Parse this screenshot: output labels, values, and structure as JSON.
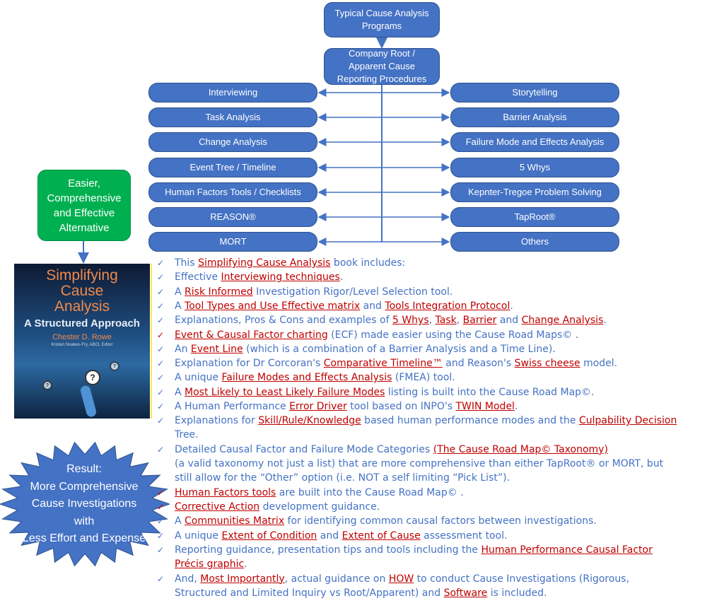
{
  "colors": {
    "box": "#4472C4",
    "green": "#00B050",
    "text": "#4472C4",
    "link": "#C00000"
  },
  "top_box": "Typical Cause Analysis Programs",
  "company_box": "Company Root / Apparent Cause Reporting Procedures",
  "left_tools": [
    "Interviewing",
    "Task Analysis",
    "Change Analysis",
    "Event Tree / Timeline",
    "Human Factors Tools / Checklists",
    "REASON®",
    "MORT"
  ],
  "right_tools": [
    "Storytelling",
    "Barrier Analysis",
    "Failure Mode and Effects Analysis",
    "5 Whys",
    "Kepnter-Tregoe Problem Solving",
    "TapRoot®",
    "Others"
  ],
  "alternative_box": "Easier, Comprehensive and Effective Alternative",
  "book": {
    "title": "Simplifying Cause Analysis",
    "subtitle": "A Structured Approach",
    "author": "Chester D. Rowe",
    "editor": "Kristen Noakes-Fry, ABCI, Editor"
  },
  "result_burst": [
    "Result:",
    "More Comprehensive",
    "Cause Investigations",
    "with",
    "Less Effort and Expense"
  ],
  "items": [
    {
      "check": "blue",
      "lines": [
        [
          {
            "t": "This "
          },
          {
            "t": "Simplifying Cause Analysis",
            "l": 1
          },
          {
            "t": " book includes:"
          }
        ]
      ]
    },
    {
      "check": "blue",
      "lines": [
        [
          {
            "t": "Effective "
          },
          {
            "t": "Interviewing techniques",
            "l": 1
          },
          {
            "t": "."
          }
        ]
      ]
    },
    {
      "check": "blue",
      "lines": [
        [
          {
            "t": "A "
          },
          {
            "t": "Risk Informed",
            "l": 1
          },
          {
            "t": " Investigation Rigor/Level Selection tool."
          }
        ]
      ]
    },
    {
      "check": "blue",
      "lines": [
        [
          {
            "t": "A "
          },
          {
            "t": "Tool Types and Use Effective matrix",
            "l": 1
          },
          {
            "t": " and "
          },
          {
            "t": "Tools Integration Protocol",
            "l": 1
          },
          {
            "t": "."
          }
        ]
      ]
    },
    {
      "check": "blue",
      "lines": [
        [
          {
            "t": "Explanations, Pros & Cons and examples of "
          },
          {
            "t": "5 Whys",
            "l": 1
          },
          {
            "t": ", "
          },
          {
            "t": "Task",
            "l": 1
          },
          {
            "t": ", "
          },
          {
            "t": "Barrier",
            "l": 1
          },
          {
            "t": " and "
          },
          {
            "t": "Change Analysis",
            "l": 1
          },
          {
            "t": "."
          }
        ]
      ]
    },
    {
      "check": "red",
      "lines": [
        [
          {
            "t": "Event & Causal Factor charting",
            "l": 1
          },
          {
            "t": " (ECF) made easier using the Cause Road Maps© ."
          }
        ]
      ]
    },
    {
      "check": "blue",
      "lines": [
        [
          {
            "t": "An "
          },
          {
            "t": "Event Line",
            "l": 1
          },
          {
            "t": " (which is a combination of a Barrier Analysis and a Time Line)."
          }
        ]
      ]
    },
    {
      "check": "blue",
      "lines": [
        [
          {
            "t": "Explanation for Dr Corcoran's "
          },
          {
            "t": "Comparative Timeline™",
            "l": 1
          },
          {
            "t": " and Reason's "
          },
          {
            "t": "Swiss cheese",
            "l": 1
          },
          {
            "t": " model."
          }
        ]
      ]
    },
    {
      "check": "blue",
      "lines": [
        [
          {
            "t": "A unique "
          },
          {
            "t": "Failure Modes and Effects Analysis",
            "l": 1
          },
          {
            "t": " (FMEA) tool."
          }
        ]
      ]
    },
    {
      "check": "blue",
      "lines": [
        [
          {
            "t": "A "
          },
          {
            "t": "Most Likely to Least Likely Failure Modes",
            "l": 1
          },
          {
            "t": " listing is built into the Cause Road Map©."
          }
        ]
      ]
    },
    {
      "check": "blue",
      "lines": [
        [
          {
            "t": "A Human Performance "
          },
          {
            "t": "Error Driver",
            "l": 1
          },
          {
            "t": " tool based on INPO's "
          },
          {
            "t": "TWIN Model",
            "l": 1
          },
          {
            "t": "."
          }
        ]
      ]
    },
    {
      "check": "blue",
      "lines": [
        [
          {
            "t": "Explanations for "
          },
          {
            "t": "Skill/Rule/Knowledge",
            "l": 1
          },
          {
            "t": " based human performance modes and the "
          },
          {
            "t": "Culpability Decision",
            "l": 1
          }
        ],
        [
          {
            "t": "Tree."
          }
        ]
      ]
    },
    {
      "check": "blue",
      "lines": [
        [
          {
            "t": "Detailed Causal Factor and Failure Mode Categories "
          },
          {
            "t": "(The Cause Road Map© Taxonomy)",
            "l": 1
          }
        ],
        [
          {
            "t": "(a valid taxonomy not just a list) that are more comprehensive than either TapRoot® or MORT, but"
          }
        ],
        [
          {
            "t": "still allow for the “Other” option (i.e. NOT a self limiting “Pick List”)."
          }
        ]
      ]
    },
    {
      "check": "red",
      "lines": [
        [
          {
            "t": "Human Factors tools",
            "l": 1
          },
          {
            "t": " are built into the Cause Road Map© ."
          }
        ]
      ]
    },
    {
      "check": "red",
      "lines": [
        [
          {
            "t": "Corrective Action",
            "l": 1
          },
          {
            "t": " development guidance."
          }
        ]
      ]
    },
    {
      "check": "blue",
      "lines": [
        [
          {
            "t": "A "
          },
          {
            "t": "Communities Matrix",
            "l": 1
          },
          {
            "t": " for identifying common causal factors between investigations."
          }
        ]
      ]
    },
    {
      "check": "blue",
      "lines": [
        [
          {
            "t": "A unique "
          },
          {
            "t": "Extent of Condition",
            "l": 1
          },
          {
            "t": " and "
          },
          {
            "t": "Extent of Cause",
            "l": 1
          },
          {
            "t": " assessment tool."
          }
        ]
      ]
    },
    {
      "check": "blue",
      "lines": [
        [
          {
            "t": "Reporting guidance, presentation tips and tools including the "
          },
          {
            "t": "Human Performance Causal Factor",
            "l": 1
          }
        ],
        [
          {
            "t": "Précis graphic",
            "l": 1
          },
          {
            "t": "."
          }
        ]
      ]
    },
    {
      "check": "blue",
      "lines": [
        [
          {
            "t": "And, "
          },
          {
            "t": "Most Importantly",
            "l": 1
          },
          {
            "t": ", actual guidance on "
          },
          {
            "t": "HOW",
            "l": 1
          },
          {
            "t": " to conduct Cause Investigations (Rigorous,"
          }
        ],
        [
          {
            "t": "Structured and Limited Inquiry vs Root/Apparent) and "
          },
          {
            "t": "Software",
            "l": 1
          },
          {
            "t": " is included."
          }
        ]
      ]
    }
  ]
}
